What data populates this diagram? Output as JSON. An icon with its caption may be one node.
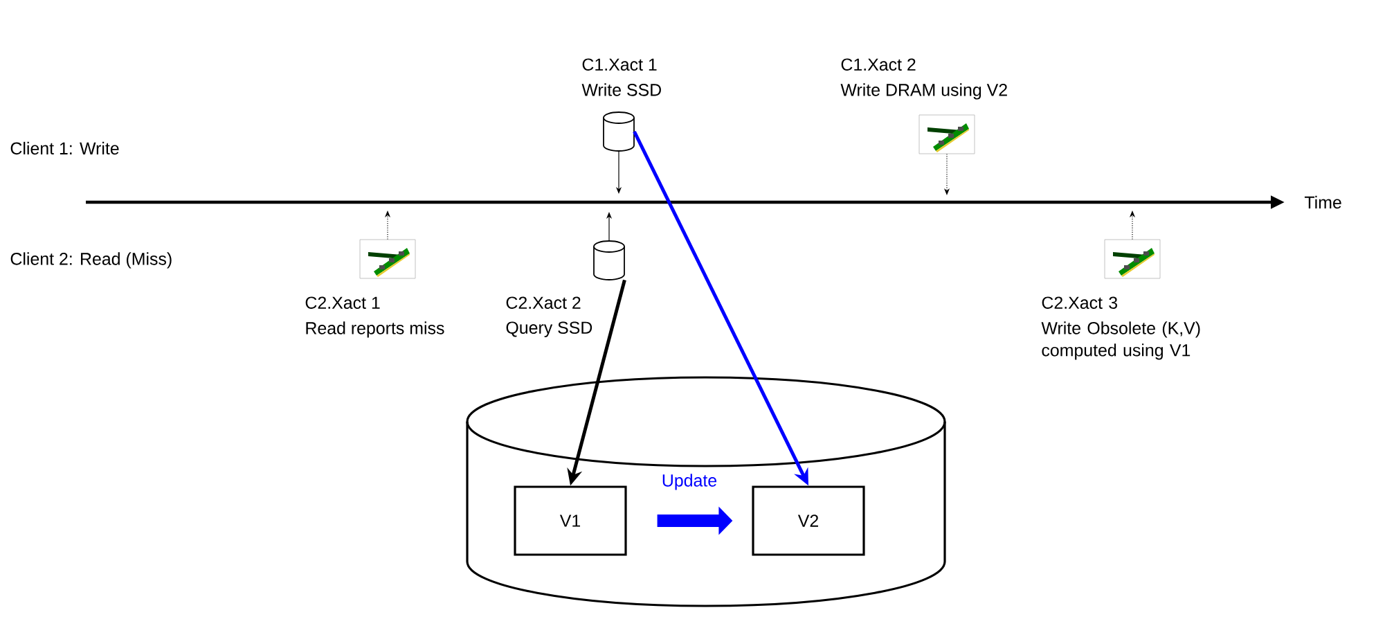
{
  "diagram": {
    "nodes": [
      {
        "text": [],
        "shape": "cylinder",
        "beside": [
          "C1.Xact 1",
          "Write SSD"
        ]
      },
      {
        "text": [],
        "shape": "picture",
        "beside": [
          "C1.Xact 2",
          "Write DRAM using V2"
        ]
      },
      {
        "text": [],
        "shape": "picture",
        "beside": [
          "C2.Xact 1",
          "Read reports miss"
        ]
      },
      {
        "text": [],
        "shape": "cylinder",
        "beside": [
          "C2.Xact 2",
          "Query SSD"
        ]
      },
      {
        "text": [],
        "shape": "picture",
        "beside": [
          "C2.Xact 3",
          "Write Obsolete (K,V) computed using V1"
        ]
      },
      {
        "text": [],
        "shape": "cylinder"
      },
      {
        "text": [
          "V1"
        ],
        "in": 5
      },
      {
        "text": [
          "V2"
        ],
        "in": 5
      }
    ],
    "edges": [
      {
        "from": 0,
        "to": null,
        "arrow": "to"
      },
      {
        "from": 1,
        "to": null,
        "arrow": "to",
        "style": "dashed"
      },
      {
        "from": 2,
        "to": null,
        "arrow": "to",
        "style": "dashed"
      },
      {
        "from": 3,
        "to": null,
        "arrow": "to"
      },
      {
        "from": 4,
        "to": null,
        "arrow": "to",
        "style": "dashed"
      },
      {
        "from": 3,
        "to": 6,
        "arrow": "to",
        "style": "thick"
      },
      {
        "from": 0,
        "to": 7,
        "arrow": "to",
        "style": "thick",
        "color": "#0000ff"
      },
      {
        "from": 6,
        "to": 7,
        "arrow": "to",
        "style": "thick",
        "color": "#0000ff",
        "label": "Update"
      }
    ],
    "labels": [
      "Client 1: Write",
      "Client 2: Read (Miss)",
      "Time"
    ]
  }
}
